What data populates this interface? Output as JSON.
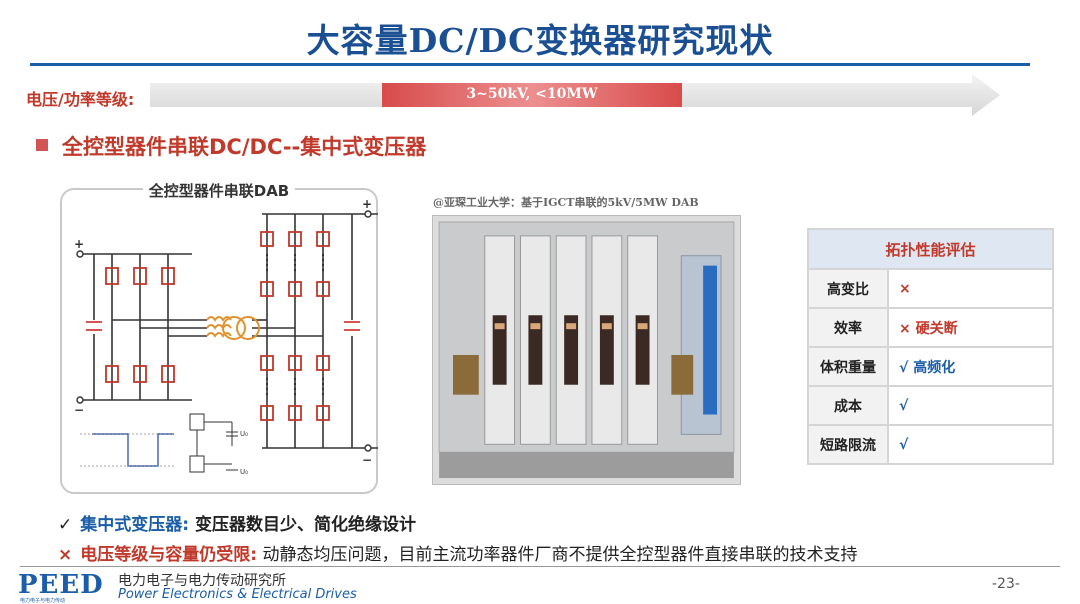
{
  "title": "大容量DC/DC变换器研究现状",
  "level": {
    "label": "电压/功率等级:",
    "range": "3~50kV, <10MW"
  },
  "subtitle": "全控型器件串联DC/DC--集中式变压器",
  "circuit": {
    "title": "全控型器件串联DAB",
    "plus": "+",
    "minus": "−",
    "u0": "U₀"
  },
  "photo": {
    "caption": "@亚琛工业大学：基于IGCT串联的5kV/5MW DAB"
  },
  "eval": {
    "header": "拓扑性能评估",
    "rows": [
      {
        "key": "高变比",
        "mark": "×",
        "note": ""
      },
      {
        "key": "效率",
        "mark": "×",
        "note": "硬关断"
      },
      {
        "key": "体积重量",
        "mark": "√",
        "note": "高频化"
      },
      {
        "key": "成本",
        "mark": "√",
        "note": ""
      },
      {
        "key": "短路限流",
        "mark": "√",
        "note": ""
      }
    ]
  },
  "bullets": {
    "b1": {
      "mark": "✓",
      "lead": "集中式变压器:",
      "text": "变压器数目少、简化绝缘设计"
    },
    "b2": {
      "mark": "×",
      "lead": "电压等级与容量仍受限:",
      "text": "动静态均压问题，目前主流功率器件厂商不提供全控型器件直接串联的技术支持"
    }
  },
  "footer": {
    "logo": "PEED",
    "logo_sub": "电力电子与电力传动",
    "lab_cn": "电力电子与电力传动研究所",
    "lab_en": "Power Electronics & Electrical Drives",
    "page": "-23-"
  },
  "colors": {
    "title_blue": "#1b4f93",
    "accent_red": "#c0392b",
    "arrow_red": "#d35454"
  }
}
